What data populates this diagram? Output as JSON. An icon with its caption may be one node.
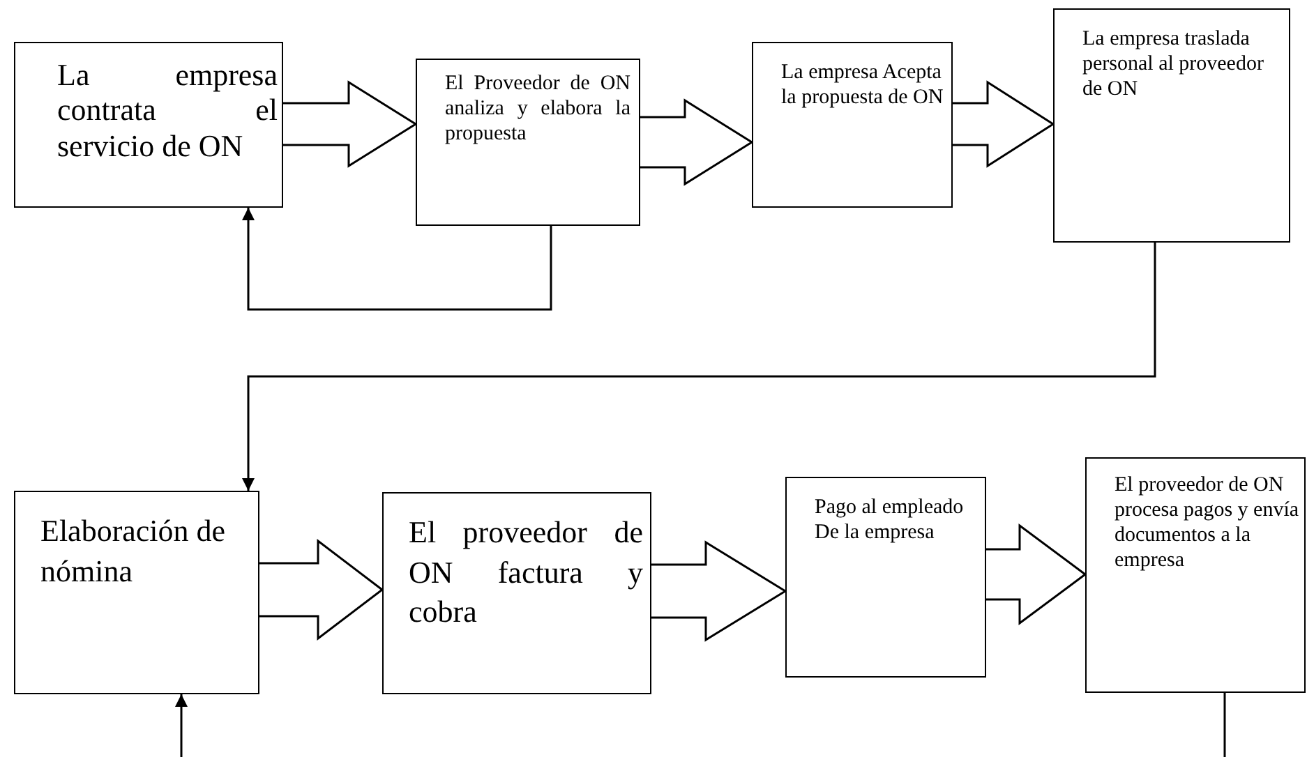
{
  "diagram": {
    "nodes": [
      {
        "text": [
          "La empresa contrata el servicio de ON"
        ]
      },
      {
        "text": [
          "El Proveedor de ON analiza y elabora la propuesta"
        ]
      },
      {
        "text": [
          "La empresa Acepta la propuesta de ON"
        ]
      },
      {
        "text": [
          "La empresa traslada personal al proveedor de ON"
        ]
      },
      {
        "text": [
          "Elaboración de nómina"
        ]
      },
      {
        "text": [
          "El proveedor de ON factura y cobra"
        ]
      },
      {
        "text": [
          "Pago al empleado De la empresa"
        ]
      },
      {
        "text": [
          "El proveedor de ON procesa pagos y envía documentos a la empresa"
        ]
      }
    ],
    "edges": [
      {
        "from": 0,
        "to": 1,
        "arrow": "to"
      },
      {
        "from": 1,
        "to": 2,
        "arrow": "to"
      },
      {
        "from": 2,
        "to": 3,
        "arrow": "to"
      },
      {
        "from": 1,
        "to": 0,
        "arrow": "to"
      },
      {
        "from": 3,
        "to": 4,
        "arrow": "to"
      },
      {
        "from": 4,
        "to": 5,
        "arrow": "to"
      },
      {
        "from": 5,
        "to": 6,
        "arrow": "to"
      },
      {
        "from": 6,
        "to": 7,
        "arrow": "to"
      },
      {
        "from": null,
        "to": 4,
        "arrow": "to"
      },
      {
        "from": 7,
        "to": null,
        "arrow": "none"
      }
    ]
  }
}
